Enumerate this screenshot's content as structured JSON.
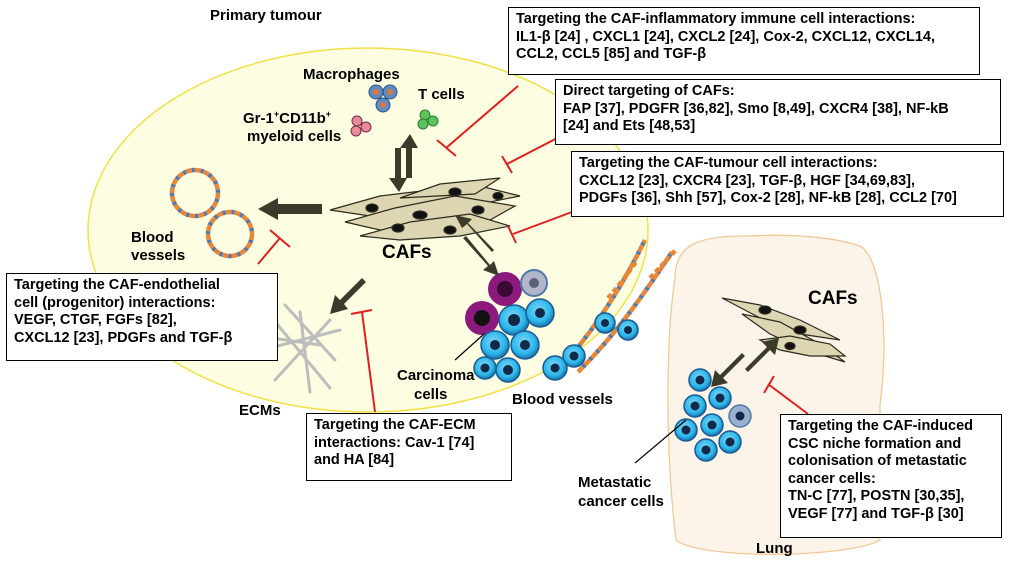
{
  "regions": {
    "primary_tumour": "Primary tumour",
    "lung": "Lung"
  },
  "labels": {
    "macrophages": "Macrophages",
    "t_cells": "T cells",
    "myeloid_line1_prefix": "Gr-1",
    "myeloid_line1_sup1": "+",
    "myeloid_line1_mid": "CD11b",
    "myeloid_line1_sup2": "+",
    "myeloid_line2": "myeloid cells",
    "cafs_primary": "CAFs",
    "cafs_lung": "CAFs",
    "blood_vessels_tumour_line1": "Blood",
    "blood_vessels_tumour_line2": "vessels",
    "blood_vessels_outside": "Blood vessels",
    "carcinoma_line1": "Carcinoma",
    "carcinoma_line2": "cells",
    "ecms": "ECMs",
    "metastatic_line1": "Metastatic",
    "metastatic_line2": "cancer cells"
  },
  "boxes": {
    "immune": {
      "title": "Targeting the CAF-inflammatory immune cell interactions:",
      "line2": "IL1-β [24] , CXCL1 [24], CXCL2 [24], Cox-2, CXCL12, CXCL14,",
      "line3": "CCL2, CCL5 [85] and TGF-β"
    },
    "direct": {
      "title": "Direct targeting of CAFs:",
      "line2": "FAP [37], PDGFR [36,82], Smo [8,49], CXCR4 [38], NF-kB",
      "line3": "[24] and Ets [48,53]"
    },
    "tumour": {
      "title": "Targeting the CAF-tumour cell interactions:",
      "line2": "CXCL12 [23], CXCR4 [23], TGF-β, HGF [34,69,83],",
      "line3": "PDGFs [36], Shh [57], Cox-2 [28], NF-kB [28], CCL2 [70]"
    },
    "endothelial": {
      "title": "Targeting the CAF-endothelial",
      "line2": "cell (progenitor) interactions:",
      "line3": "VEGF, CTGF, FGFs [82],",
      "line4": "CXCL12 [23], PDGFs and TGF-β"
    },
    "ecm": {
      "title": "Targeting the CAF-ECM",
      "line2": "interactions: Cav-1 [74]",
      "line3": "and HA [84]"
    },
    "csc": {
      "title": "Targeting the CAF-induced",
      "line2": "CSC niche formation and",
      "line3": "colonisation of metastatic",
      "line4": "cancer cells:",
      "line5": "TN-C [77], POSTN [30,35],",
      "line6": "VEGF [77] and TGF-β [30]"
    }
  },
  "colors": {
    "tumour_fill": "#fdfde1",
    "tumour_stroke": "#f2e046",
    "lung_fill": "#fdf4e9",
    "lung_stroke": "#f1c998",
    "arrow": "#3b3b2b",
    "inhibitor": "#e01f1f",
    "caf_fill": "#ddd6b2",
    "cancer_cell": "#29b6ea",
    "cancer_nucleus": "#12294a",
    "vessel_orange": "#e8873a",
    "vessel_blue": "#5178a8",
    "ecm_fibre": "#bdbdbd",
    "carcinoma_purple": "#8b1a7c"
  }
}
